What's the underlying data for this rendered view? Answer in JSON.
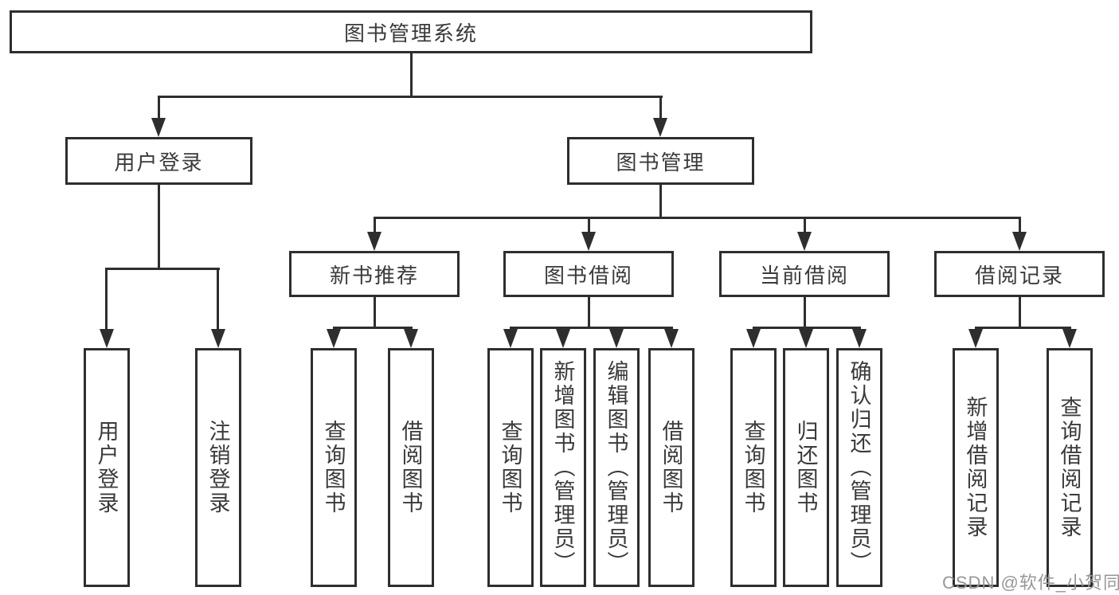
{
  "diagram": {
    "type": "hierarchy-tree",
    "root": {
      "label": "图书管理系统"
    },
    "branches": [
      {
        "label": "用户登录",
        "children": [
          {
            "label": "用户登录"
          },
          {
            "label": "注销登录"
          }
        ]
      },
      {
        "label": "图书管理",
        "children": [
          {
            "label": "新书推荐",
            "children": [
              {
                "label": "查询图书"
              },
              {
                "label": "借阅图书"
              }
            ]
          },
          {
            "label": "图书借阅",
            "children": [
              {
                "label": "查询图书"
              },
              {
                "label": "新增图书（管理员）"
              },
              {
                "label": "编辑图书（管理员）"
              },
              {
                "label": "借阅图书"
              }
            ]
          },
          {
            "label": "当前借阅",
            "children": [
              {
                "label": "查询图书"
              },
              {
                "label": "归还图书"
              },
              {
                "label": "确认归还（管理员）"
              }
            ]
          },
          {
            "label": "借阅记录",
            "children": [
              {
                "label": "新增借阅记录"
              },
              {
                "label": "查询借阅记录"
              }
            ]
          }
        ]
      }
    ],
    "watermark": "CSDN @软件_小贺同学",
    "colors": {
      "line": "#2e2e2e",
      "text": "#3a3a3a",
      "background": "#ffffff",
      "watermark": "#979797"
    }
  }
}
